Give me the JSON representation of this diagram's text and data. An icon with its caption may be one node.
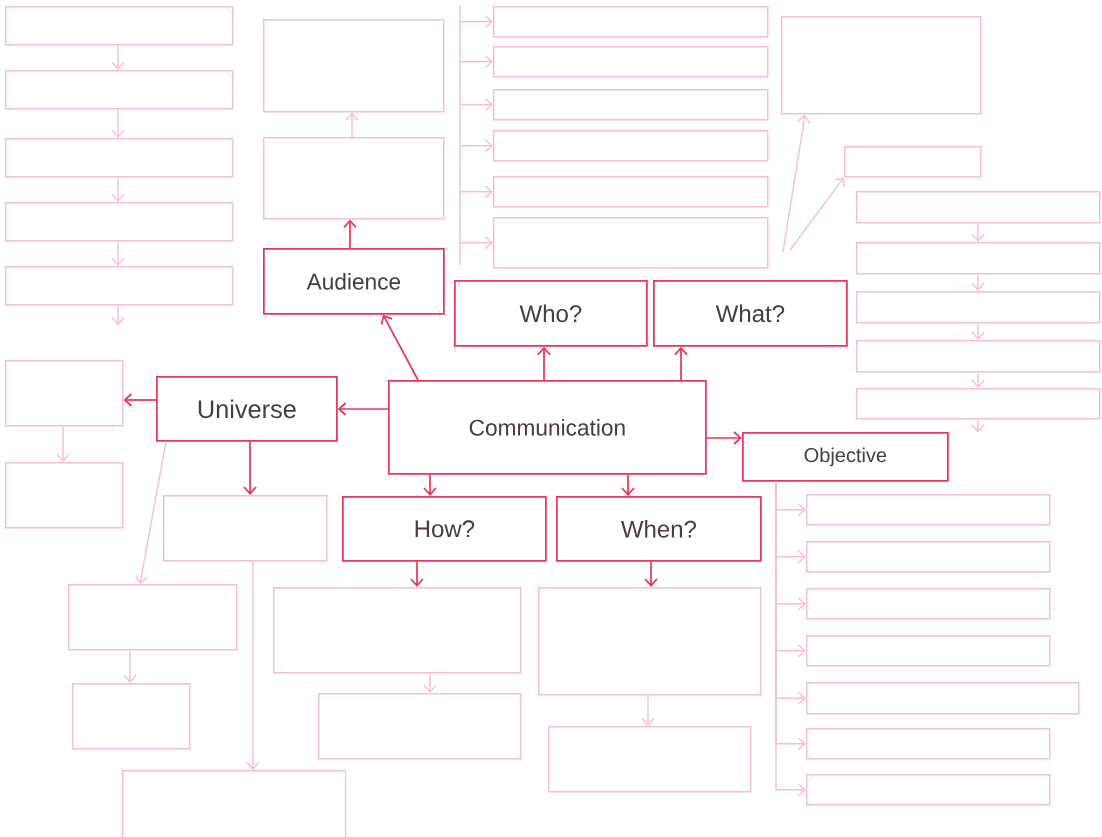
{
  "diagram": {
    "nodes": [
      {
        "text": [],
        "shape": "box"
      },
      {
        "text": [],
        "shape": "box"
      },
      {
        "text": [],
        "shape": "box"
      },
      {
        "text": [],
        "shape": "box"
      },
      {
        "text": [],
        "shape": "box"
      },
      {
        "text": [],
        "shape": "box"
      },
      {
        "text": [],
        "shape": "box"
      },
      {
        "text": [],
        "shape": "box"
      },
      {
        "text": [],
        "shape": "box"
      },
      {
        "text": [],
        "shape": "box"
      },
      {
        "text": [],
        "shape": "box"
      },
      {
        "text": [],
        "shape": "box"
      },
      {
        "text": [],
        "shape": "box"
      },
      {
        "text": [],
        "shape": "box"
      },
      {
        "text": [],
        "shape": "box"
      },
      {
        "text": [],
        "shape": "box"
      },
      {
        "text": [],
        "shape": "box"
      },
      {
        "text": [],
        "shape": "box"
      },
      {
        "text": [],
        "shape": "box"
      },
      {
        "text": [],
        "shape": "box"
      },
      {
        "text": [
          "Audience"
        ]
      },
      {
        "text": [
          "Who?"
        ]
      },
      {
        "text": [
          "What?"
        ]
      },
      {
        "text": [],
        "shape": "box"
      },
      {
        "text": [
          "Universe"
        ]
      },
      {
        "text": [
          "Communication"
        ]
      },
      {
        "text": [],
        "shape": "box"
      },
      {
        "text": [
          "Objective"
        ]
      },
      {
        "text": [],
        "shape": "box"
      },
      {
        "text": [
          "How?"
        ]
      },
      {
        "text": [
          "When?"
        ]
      },
      {
        "text": [],
        "shape": "box"
      },
      {
        "text": [],
        "shape": "box"
      },
      {
        "text": [],
        "shape": "box"
      },
      {
        "text": [],
        "shape": "box"
      },
      {
        "text": [],
        "shape": "box"
      },
      {
        "text": [],
        "shape": "box"
      },
      {
        "text": [],
        "shape": "box"
      },
      {
        "text": [],
        "shape": "box"
      },
      {
        "text": [],
        "shape": "box"
      },
      {
        "text": [],
        "shape": "box"
      },
      {
        "text": [],
        "shape": "box"
      },
      {
        "text": [],
        "shape": "box"
      },
      {
        "text": [],
        "shape": "box"
      },
      {
        "text": [],
        "shape": "box"
      }
    ],
    "edges": [
      {
        "from": 0,
        "to": 1,
        "arrow": "to"
      },
      {
        "from": 1,
        "to": 2,
        "arrow": "to"
      },
      {
        "from": 2,
        "to": 3,
        "arrow": "to"
      },
      {
        "from": 3,
        "to": 4,
        "arrow": "to"
      },
      {
        "from": 4,
        "to": null,
        "arrow": "to"
      },
      {
        "from": 6,
        "to": 5,
        "arrow": "to"
      },
      {
        "from": null,
        "to": 7,
        "arrow": "to"
      },
      {
        "from": null,
        "to": 8,
        "arrow": "to"
      },
      {
        "from": null,
        "to": 9,
        "arrow": "to"
      },
      {
        "from": null,
        "to": 10,
        "arrow": "to"
      },
      {
        "from": null,
        "to": 11,
        "arrow": "to"
      },
      {
        "from": null,
        "to": 12,
        "arrow": "to"
      },
      {
        "from": null,
        "to": 13,
        "arrow": "to"
      },
      {
        "from": null,
        "to": 14,
        "arrow": "to"
      },
      {
        "from": 15,
        "to": 16,
        "arrow": "to"
      },
      {
        "from": 16,
        "to": 17,
        "arrow": "to"
      },
      {
        "from": 17,
        "to": 18,
        "arrow": "to"
      },
      {
        "from": 18,
        "to": 19,
        "arrow": "to"
      },
      {
        "from": 19,
        "to": null,
        "arrow": "to"
      },
      {
        "from": 25,
        "to": 20,
        "arrow": "to",
        "color": "#e8345f"
      },
      {
        "from": 25,
        "to": 24,
        "arrow": "to",
        "color": "#e8345f"
      },
      {
        "from": 25,
        "to": 21,
        "arrow": "to",
        "color": "#e8345f"
      },
      {
        "from": 25,
        "to": 22,
        "arrow": "to",
        "color": "#e8345f"
      },
      {
        "from": 25,
        "to": 27,
        "arrow": "to",
        "color": "#e8345f"
      },
      {
        "from": 25,
        "to": 29,
        "arrow": "to",
        "color": "#e8345f"
      },
      {
        "from": 25,
        "to": 30,
        "arrow": "to",
        "color": "#e8345f"
      },
      {
        "from": 20,
        "to": 6,
        "arrow": "to",
        "color": "#e8345f"
      },
      {
        "from": 24,
        "to": 23,
        "arrow": "to",
        "color": "#e8345f"
      },
      {
        "from": 24,
        "to": 28,
        "arrow": "to",
        "color": "#e8345f"
      },
      {
        "from": 24,
        "to": 38,
        "arrow": "to"
      },
      {
        "from": 23,
        "to": 26,
        "arrow": "to"
      },
      {
        "from": 27,
        "to": 31,
        "arrow": "to"
      },
      {
        "from": 27,
        "to": 32,
        "arrow": "to"
      },
      {
        "from": 27,
        "to": 33,
        "arrow": "to"
      },
      {
        "from": 27,
        "to": 34,
        "arrow": "to"
      },
      {
        "from": 27,
        "to": 35,
        "arrow": "to"
      },
      {
        "from": 27,
        "to": 36,
        "arrow": "to"
      },
      {
        "from": 27,
        "to": 37,
        "arrow": "to"
      },
      {
        "from": 28,
        "to": 44,
        "arrow": "to"
      },
      {
        "from": 29,
        "to": 39,
        "arrow": "to",
        "color": "#e8345f"
      },
      {
        "from": 39,
        "to": 42,
        "arrow": "to"
      },
      {
        "from": 30,
        "to": 40,
        "arrow": "to",
        "color": "#e8345f"
      },
      {
        "from": 40,
        "to": 43,
        "arrow": "to"
      },
      {
        "from": 38,
        "to": 41,
        "arrow": "to"
      }
    ]
  }
}
